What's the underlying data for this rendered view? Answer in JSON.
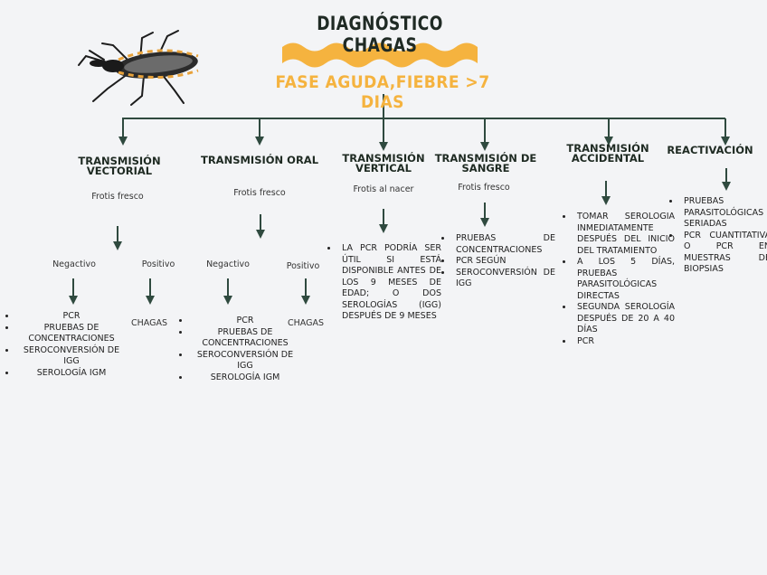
{
  "title": "DIAGNÓSTICO CHAGAS",
  "subtitle": "FASE AGUDA,FIEBRE >7 DIAS",
  "colors": {
    "line": "#2f4a3f",
    "accent": "#f5b33f",
    "title": "#1f2a24"
  },
  "icon": "kissing-bug-image",
  "branches": {
    "vectorial": {
      "heading": "TRANSMISIÓN VECTORIAL",
      "sample": "Frotis fresco",
      "negative_label": "Negactivo",
      "positive_label": "Positivo",
      "negative_items": [
        "PCR",
        "PRUEBAS DE CONCENTRACIONES",
        "SEROCONVERSIÓN DE IGG",
        "SEROLOGÍA IGM"
      ],
      "positive_result": "CHAGAS"
    },
    "oral": {
      "heading": "TRANSMISIÓN ORAL",
      "sample": "Frotis fresco",
      "negative_label": "Negactivo",
      "positive_label": "Positivo",
      "negative_items": [
        "PCR",
        "PRUEBAS DE CONCENTRACIONES",
        "SEROCONVERSIÓN DE IGG",
        "SEROLOGÍA IGM"
      ],
      "positive_result": "CHAGAS"
    },
    "vertical": {
      "heading": "TRANSMISIÓN VERTICAL",
      "sample": "Frotis al nacer",
      "items": [
        "LA PCR PODRÍA SER ÚTIL SI ESTÁ DISPONIBLE ANTES DE LOS 9 MESES DE EDAD; O DOS SEROLOGÍAS (IGG) DESPUÉS DE 9 MESES"
      ]
    },
    "sangre": {
      "heading": "TRANSMISIÓN DE SANGRE",
      "sample": "Frotis fresco",
      "items": [
        "PRUEBAS DE CONCENTRACIONES",
        "PCR SEGÚN",
        "SEROCONVERSIÓN DE IGG"
      ]
    },
    "accidental": {
      "heading": "TRANSMISIÓN ACCIDENTAL",
      "items": [
        "TOMAR SEROLOGIA INMEDIATAMENTE DESPUÉS DEL INICIO DEL TRATAMIENTO",
        "A LOS 5 DÍAS, PRUEBAS PARASITOLÓGICAS DIRECTAS",
        "SEGUNDA SEROLOGÍA DESPUÉS DE 20 A 40 DÍAS",
        "PCR"
      ]
    },
    "reactivacion": {
      "heading": "REACTIVACIÓN",
      "items": [
        "PRUEBAS PARASITOLÓGICAS SERIADAS",
        "PCR CUANTITATIVA O PCR EN MUESTRAS DE BIOPSIAS"
      ]
    }
  }
}
